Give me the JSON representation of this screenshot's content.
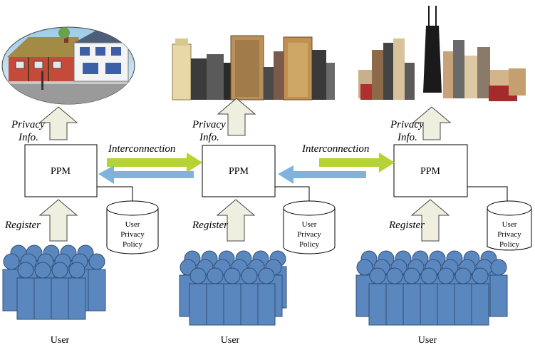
{
  "diagram": {
    "units": [
      {
        "ppm_label": "PPM",
        "privacy_label_line1": "Privacy",
        "privacy_label_line2": "Info.",
        "register_label": "Register",
        "db_label_line1": "User",
        "db_label_line2": "Privacy",
        "db_label_line3": "Policy",
        "user_label": "User",
        "scene": "town"
      },
      {
        "ppm_label": "PPM",
        "privacy_label_line1": "Privacy",
        "privacy_label_line2": "Info.",
        "register_label": "Register",
        "db_label_line1": "User",
        "db_label_line2": "Privacy",
        "db_label_line3": "Policy",
        "user_label": "User",
        "scene": "city"
      },
      {
        "ppm_label": "PPM",
        "privacy_label_line1": "Privacy",
        "privacy_label_line2": "Info.",
        "register_label": "Register",
        "db_label_line1": "User",
        "db_label_line2": "Privacy",
        "db_label_line3": "Policy",
        "user_label": "User",
        "scene": "metropolis"
      }
    ],
    "interconnections": [
      {
        "label": "Interconnection"
      },
      {
        "label": "Interconnection"
      }
    ],
    "colors": {
      "up_arrow_fill": "#efefdf",
      "up_arrow_stroke": "#444444",
      "green_arrow": "#b5d334",
      "blue_arrow": "#7fb3de",
      "person_fill": "#5b87bf",
      "person_stroke": "#2f4f7a"
    }
  }
}
